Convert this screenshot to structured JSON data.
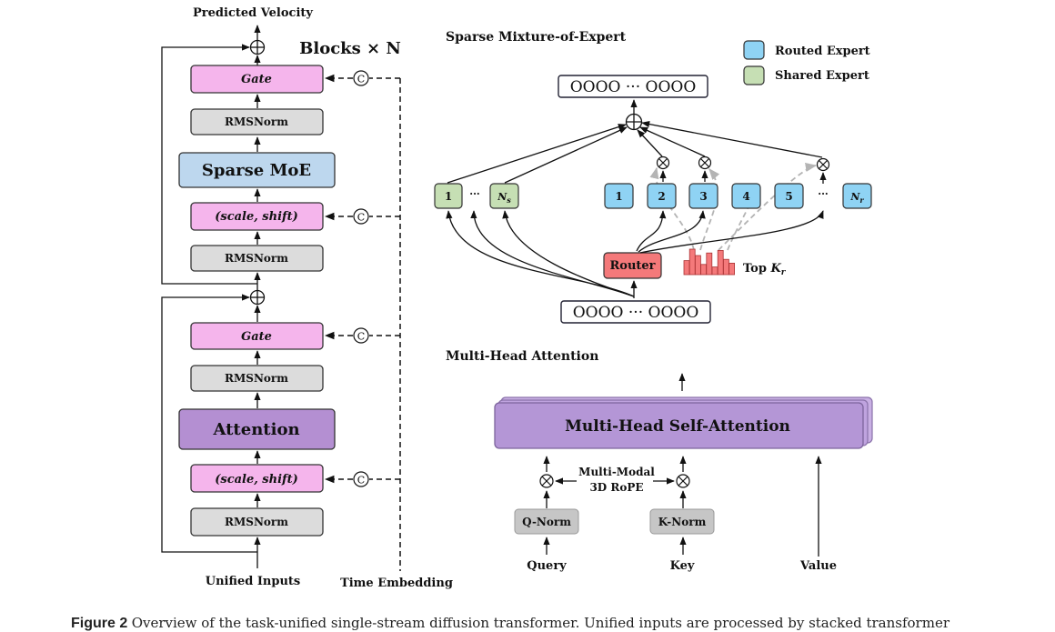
{
  "left": {
    "top_output": "Predicted Velocity",
    "blocks_label": "Blocks × N",
    "bottom_input": "Unified Inputs",
    "time_embedding": "Time Embedding",
    "concat_symbol": "C",
    "moe_block": {
      "gate": "Gate",
      "norm2": "RMSNorm",
      "core": "Sparse MoE",
      "scale_shift": "(scale, shift)",
      "norm1": "RMSNorm"
    },
    "attn_block": {
      "gate": "Gate",
      "norm2": "RMSNorm",
      "core": "Attention",
      "scale_shift": "(scale, shift)",
      "norm1": "RMSNorm"
    }
  },
  "moe": {
    "title": "Sparse Mixture-of-Expert",
    "legend": [
      {
        "label": "Routed Expert",
        "color": "#8fd3f4"
      },
      {
        "label": "Shared Expert",
        "color": "#c6dfb4"
      }
    ],
    "shared_experts": [
      "1",
      "···",
      "N_s"
    ],
    "routed_experts": [
      "1",
      "2",
      "3",
      "4",
      "5",
      "···",
      "N_r"
    ],
    "router": "Router",
    "topk_label": "Top K_r",
    "token_row": "OOOO ··· OOOO"
  },
  "mha": {
    "title": "Multi-Head Attention",
    "block": "Multi-Head Self-Attention",
    "rope": [
      "Multi-Modal",
      "3D RoPE"
    ],
    "q_norm": "Q-Norm",
    "k_norm": "K-Norm",
    "inputs": [
      "Query",
      "Key",
      "Value"
    ]
  },
  "caption": {
    "figure_number": "Figure 2",
    "text": "Overview of the task-unified single-stream diffusion transformer. Unified inputs are processed by stacked transformer"
  },
  "colors": {
    "gate": "#f5b5ec",
    "norm": "#dcdcdc",
    "sparse_moe": "#bdd7ee",
    "attention": "#b48fd2",
    "router": "#f4797a",
    "mhsa": "#b496d6",
    "routed": "#8fd3f4",
    "shared": "#c6dfb4",
    "bars": "#f4797a"
  },
  "topk_bars": [
    0.55,
    1.0,
    0.75,
    0.4,
    0.85,
    0.3,
    0.95,
    0.6,
    0.45
  ]
}
